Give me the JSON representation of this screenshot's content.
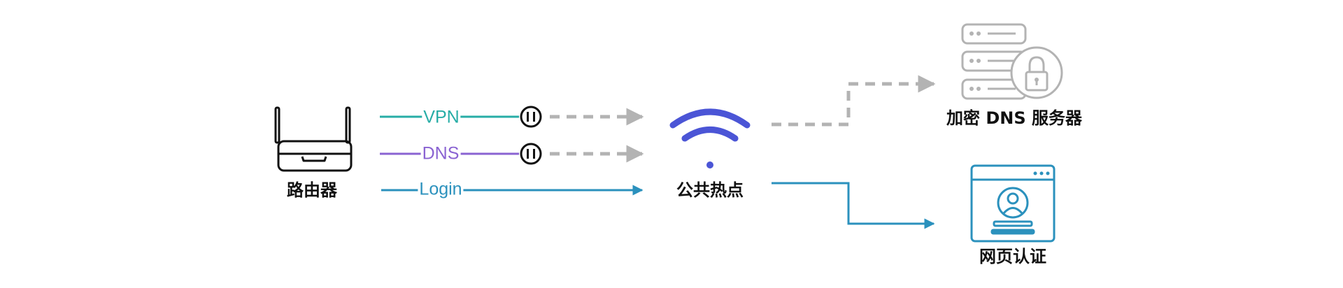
{
  "nodes": {
    "router": {
      "label": "路由器"
    },
    "hotspot": {
      "label": "公共热点"
    },
    "dns_server": {
      "label": "加密 DNS 服务器"
    },
    "portal": {
      "label": "网页认证"
    }
  },
  "connections": [
    {
      "label": "VPN",
      "color": "#27ada6",
      "state": "paused"
    },
    {
      "label": "DNS",
      "color": "#8a63d2",
      "state": "paused"
    },
    {
      "label": "Login",
      "color": "#2b91bd",
      "state": "active"
    }
  ],
  "colors": {
    "wifi": "#4b55d6",
    "inactive": "#b3b3b3",
    "portal": "#2b91bd",
    "icon_dark": "#111111"
  },
  "icons": {
    "router": "router-icon",
    "wifi": "wifi-icon",
    "server": "server-lock-icon",
    "portal": "web-login-icon",
    "pause": "pause-circle-icon"
  }
}
